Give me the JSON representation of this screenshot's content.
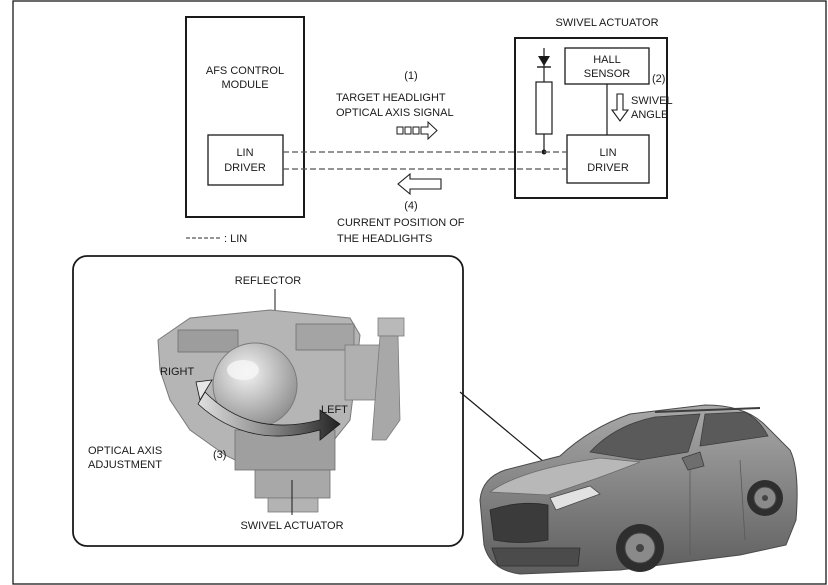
{
  "afs_module": {
    "title_line1": "AFS CONTROL",
    "title_line2": "MODULE",
    "lin_driver_line1": "LIN",
    "lin_driver_line2": "DRIVER"
  },
  "swivel_actuator_block": {
    "title": "SWIVEL ACTUATOR",
    "hall_sensor_line1": "HALL",
    "hall_sensor_line2": "SENSOR",
    "lin_driver_line1": "LIN",
    "lin_driver_line2": "DRIVER"
  },
  "signals": {
    "step1_number": "(1)",
    "step1_line1": "TARGET HEADLIGHT",
    "step1_line2": "OPTICAL AXIS SIGNAL",
    "step2_number": "(2)",
    "step2_line1": "SWIVEL",
    "step2_line2": "ANGLE",
    "step4_number": "(4)",
    "step4_line1": "CURRENT POSITION OF",
    "step4_line2": "THE HEADLIGHTS"
  },
  "legend": {
    "lin_label": ": LIN"
  },
  "detail": {
    "reflector": "REFLECTOR",
    "right": "RIGHT",
    "left": "LEFT",
    "step3_number": "(3)",
    "adjust_line1": "OPTICAL AXIS",
    "adjust_line2": "ADJUSTMENT",
    "swivel_actuator": "SWIVEL ACTUATOR"
  },
  "colors": {
    "line": "#1a1a1a",
    "lin_dash": "#555555",
    "photo_gray": "#9c9c9c",
    "car_body": "#7e7e7e",
    "arrow_gradient_start": "#d8d8d8",
    "arrow_gradient_end": "#2a2a2a"
  }
}
